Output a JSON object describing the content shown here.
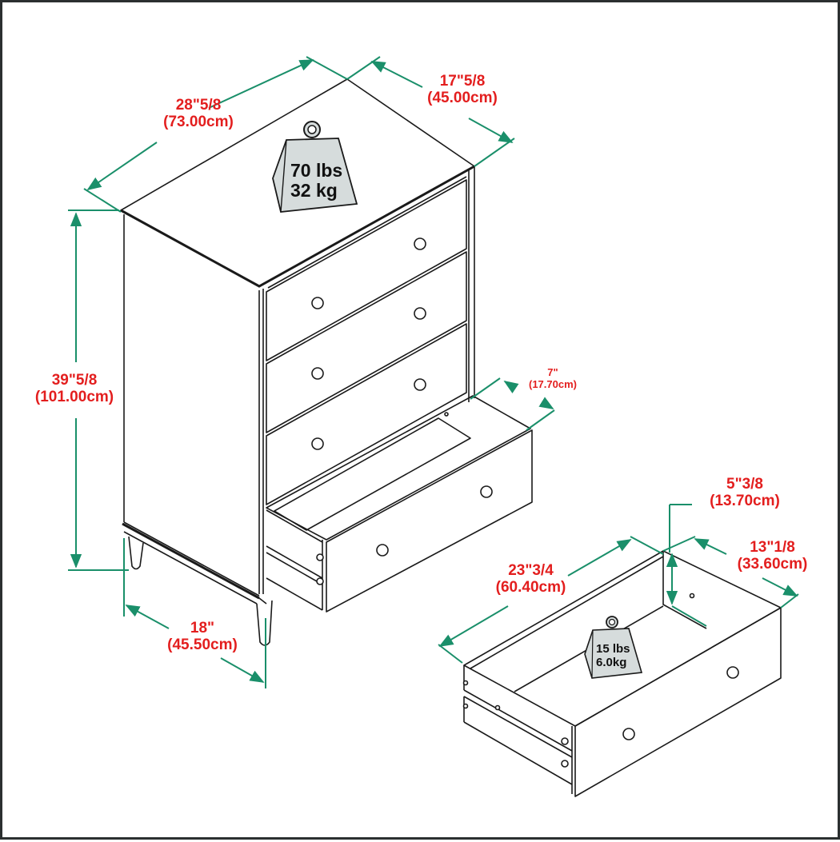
{
  "diagram": {
    "subject": "4-drawer chest dimensions",
    "colors": {
      "dimension_text": "#e31e1e",
      "dimension_line": "#1a8f6a",
      "outline": "#1a1a1a",
      "weight_fill": "#d6dcdc",
      "frame_border": "#2b2f30"
    }
  },
  "chest": {
    "width": {
      "imperial": "28\"5/8",
      "metric": "(73.00cm)"
    },
    "depth": {
      "imperial": "17\"5/8",
      "metric": "(45.00cm)"
    },
    "height": {
      "imperial": "39\"5/8",
      "metric": "(101.00cm)"
    },
    "leg_depth": {
      "imperial": "18\"",
      "metric": "(45.50cm)"
    },
    "drawer_opening": {
      "imperial": "7\"",
      "metric": "(17.70cm)"
    },
    "weight_capacity": {
      "imperial": "70 lbs",
      "metric": "32 kg"
    },
    "drawer_count": 4
  },
  "drawer": {
    "length": {
      "imperial": "23\"3/4",
      "metric": "(60.40cm)"
    },
    "width": {
      "imperial": "13\"1/8",
      "metric": "(33.60cm)"
    },
    "height": {
      "imperial": "5\"3/8",
      "metric": "(13.70cm)"
    },
    "weight_capacity": {
      "imperial": "15 lbs",
      "metric": "6.0kg"
    }
  }
}
